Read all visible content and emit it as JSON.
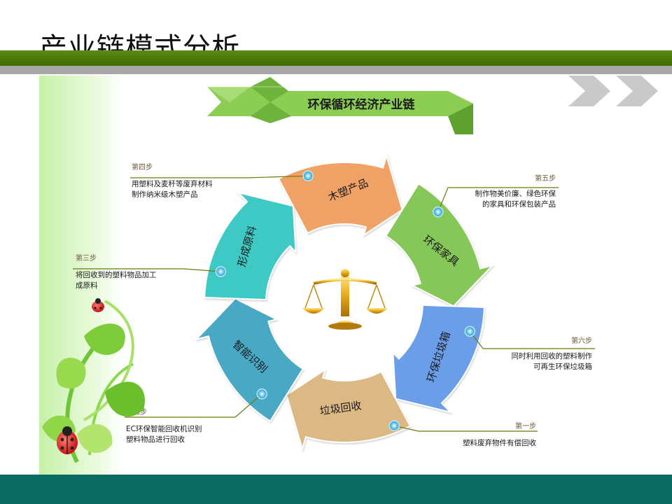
{
  "page": {
    "title": "产业链模式分析"
  },
  "banner": {
    "text": "环保循环经济产业链"
  },
  "cycle": {
    "segments": [
      {
        "label": "木塑产品",
        "color": "#f0a266"
      },
      {
        "label": "环保家具",
        "color": "#86c75a"
      },
      {
        "label": "环保垃圾箱",
        "color": "#6b9ee8"
      },
      {
        "label": "垃圾回收",
        "color": "#dcb884"
      },
      {
        "label": "智能识别",
        "color": "#49a8c4"
      },
      {
        "label": "形成原料",
        "color": "#3fc9c4"
      }
    ]
  },
  "steps": [
    {
      "title": "第一步",
      "lines": [
        "塑料废弃物件有偿回收"
      ]
    },
    {
      "title": "第二步",
      "lines": [
        "EC环保智能回收机识别",
        "塑料物品进行回收"
      ]
    },
    {
      "title": "第三步",
      "lines": [
        "将回收到的塑料物品加工",
        "成原料"
      ]
    },
    {
      "title": "第四步",
      "lines": [
        "用塑料及麦秆等废弃材料",
        "制作纳米级木塑产品"
      ]
    },
    {
      "title": "第五步",
      "lines": [
        "制作物美价廉、绿色环保",
        "的家具和环保包装产品"
      ]
    },
    {
      "title": "第六步",
      "lines": [
        "同时利用回收的塑料制作",
        "可再生环保垃圾箱"
      ]
    }
  ]
}
